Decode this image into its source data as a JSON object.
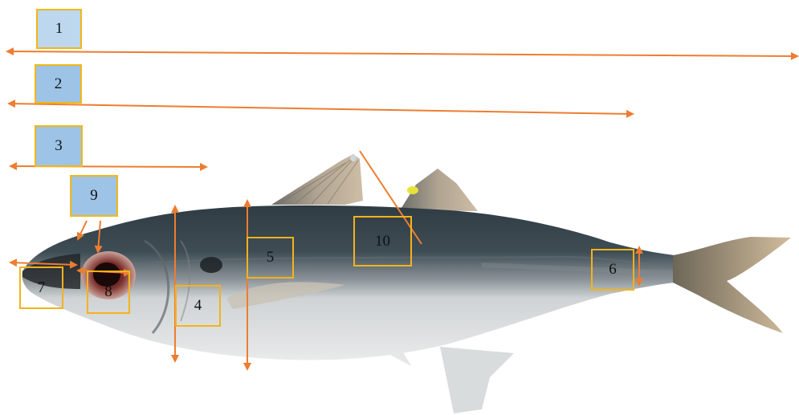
{
  "labels": {
    "l1": "1",
    "l2": "2",
    "l3": "3",
    "l4": "4",
    "l5": "5",
    "l6": "6",
    "l7": "7",
    "l8": "8",
    "l9": "9",
    "l10": "10"
  },
  "colors": {
    "arrow": "#ed7d31",
    "box_border": "#f3b31a",
    "box_fill_light": "#bdd7ee",
    "box_fill_mid": "#9dc3e6",
    "fish_back": "#3a4a52",
    "fish_belly": "#d9dcdd",
    "fin": "#b9a992"
  }
}
